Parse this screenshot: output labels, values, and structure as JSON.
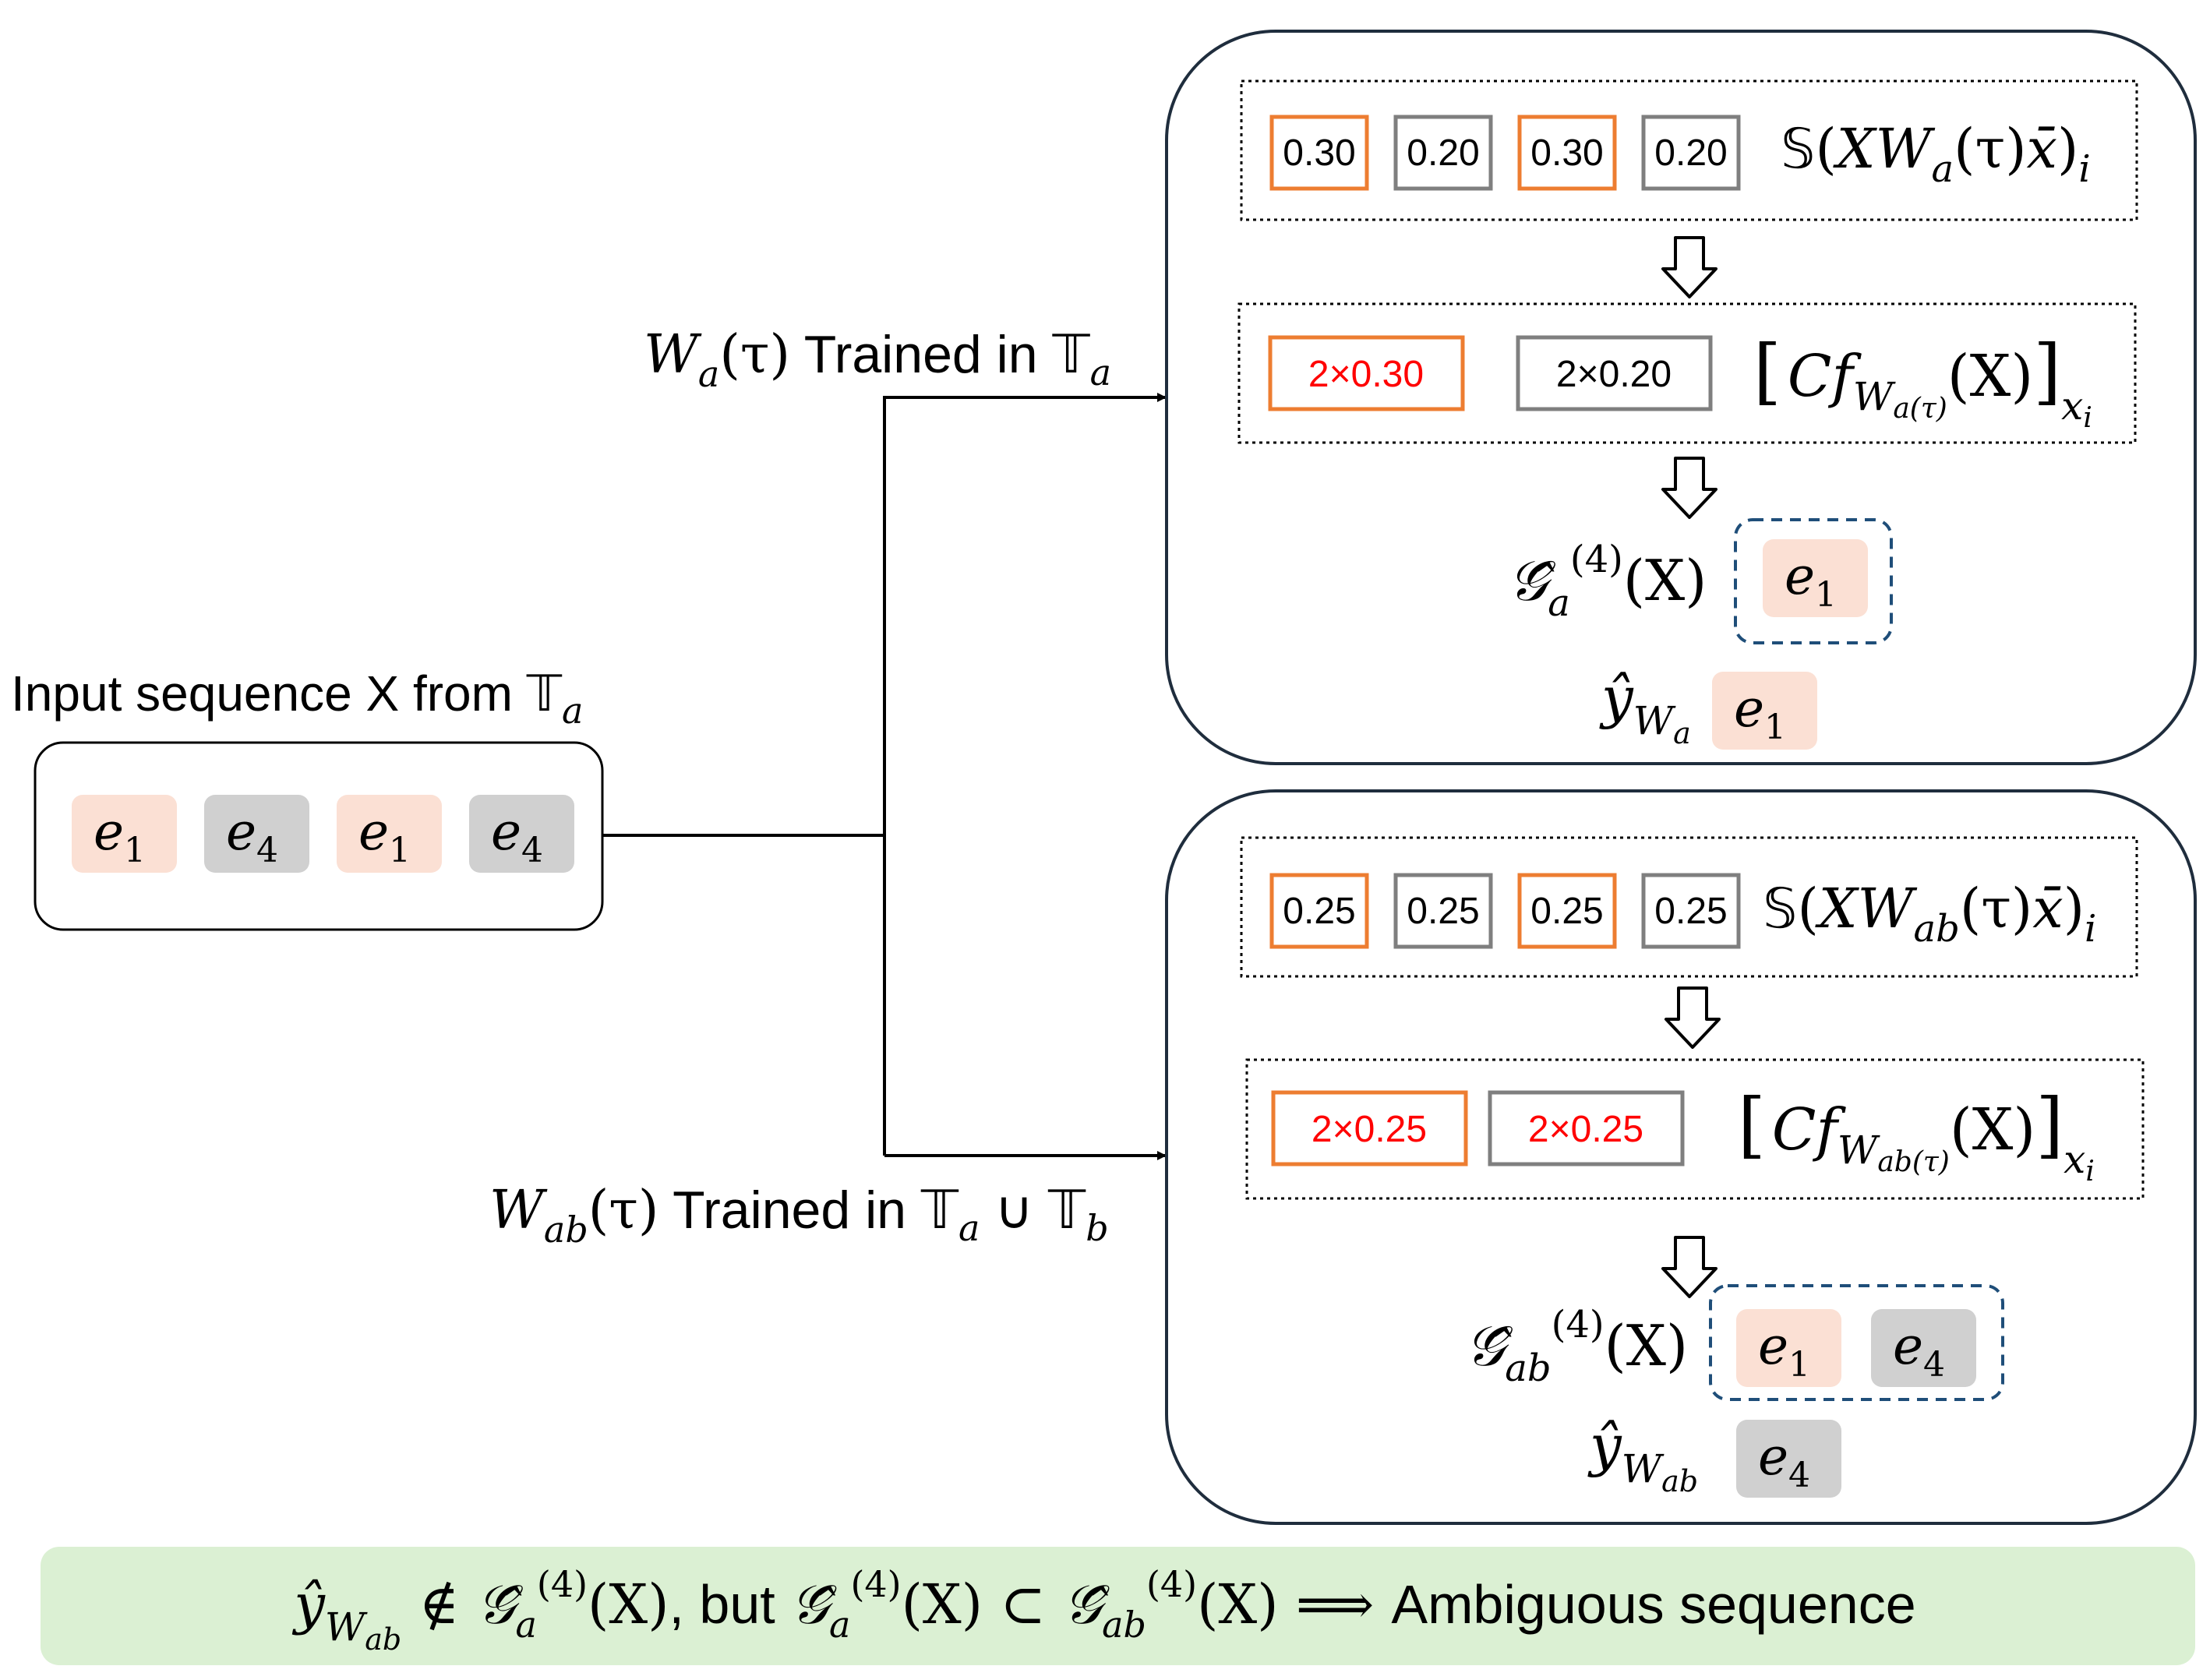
{
  "colors": {
    "orange": "#ed7d31",
    "gray": "#7f7f7f",
    "red": "#ff0000",
    "token_orange": "#fbe0d4",
    "token_gray": "#d0d0d0",
    "dashed_blue": "#1f4e79",
    "banner_green": "#dbf0d3",
    "panel_stroke": "#1f2d3d"
  },
  "input": {
    "title_prefix": "Input sequence X from ",
    "title_set": "𝕋",
    "title_sub": "a",
    "tokens": [
      {
        "base": "e",
        "sub": "1",
        "kind": "orange"
      },
      {
        "base": "e",
        "sub": "4",
        "kind": "gray"
      },
      {
        "base": "e",
        "sub": "1",
        "kind": "orange"
      },
      {
        "base": "e",
        "sub": "4",
        "kind": "gray"
      }
    ]
  },
  "branch_a": {
    "label_W": "W",
    "label_sub": "a",
    "label_tau": "(τ)",
    "label_text": " Trained in ",
    "label_set": "𝕋",
    "label_set_sub": "a"
  },
  "branch_ab": {
    "label_W": "W",
    "label_sub": "ab",
    "label_tau": "(τ)",
    "label_text": " Trained in ",
    "label_set1": "𝕋",
    "label_set1_sub": "a",
    "label_union": " ∪ ",
    "label_set2": "𝕋",
    "label_set2_sub": "b"
  },
  "panel_a": {
    "scores": [
      {
        "value": "0.30",
        "kind": "orange"
      },
      {
        "value": "0.20",
        "kind": "gray"
      },
      {
        "value": "0.30",
        "kind": "orange"
      },
      {
        "value": "0.20",
        "kind": "gray"
      }
    ],
    "softmax_label": {
      "S": "𝕊",
      "open": "(",
      "XW": "XW",
      "sub": "a",
      "tau": "(τ)",
      "xbar": "x̄",
      "close": ")",
      "i": "i"
    },
    "conf": [
      {
        "value": "2×0.30",
        "border": "orange",
        "text": "red"
      },
      {
        "value": "2×0.20",
        "border": "gray",
        "text": "black"
      }
    ],
    "conf_label": {
      "open": "[",
      "C": "C",
      "f": "f",
      "fsub": "W",
      "fsubsub": "a(τ)",
      "arg": "(X)",
      "close": "]",
      "xi": "x",
      "xisub": "i"
    },
    "set_label": {
      "G": "𝒢̂",
      "sub": "a",
      "sup": "(4)",
      "arg": "(X)"
    },
    "set_tokens": [
      {
        "base": "e",
        "sub": "1",
        "kind": "orange"
      }
    ],
    "pred_label": {
      "y": "ŷ",
      "sub": "W",
      "subsub": "a"
    },
    "pred_token": {
      "base": "e",
      "sub": "1",
      "kind": "orange"
    }
  },
  "panel_ab": {
    "scores": [
      {
        "value": "0.25",
        "kind": "orange"
      },
      {
        "value": "0.25",
        "kind": "gray"
      },
      {
        "value": "0.25",
        "kind": "orange"
      },
      {
        "value": "0.25",
        "kind": "gray"
      }
    ],
    "softmax_label": {
      "S": "𝕊",
      "open": "(",
      "XW": "XW",
      "sub": "ab",
      "tau": "(τ)",
      "xbar": "x̄",
      "close": ")",
      "i": "i"
    },
    "conf": [
      {
        "value": "2×0.25",
        "border": "orange",
        "text": "red"
      },
      {
        "value": "2×0.25",
        "border": "gray",
        "text": "red"
      }
    ],
    "conf_label": {
      "open": "[",
      "C": "C",
      "f": "f",
      "fsub": "W",
      "fsubsub": "ab(τ)",
      "arg": "(X)",
      "close": "]",
      "xi": "x",
      "xisub": "i"
    },
    "set_label": {
      "G": "𝒢̂",
      "sub": "ab",
      "sup": "(4)",
      "arg": "(X)"
    },
    "set_tokens": [
      {
        "base": "e",
        "sub": "1",
        "kind": "orange"
      },
      {
        "base": "e",
        "sub": "4",
        "kind": "gray"
      }
    ],
    "pred_label": {
      "y": "ŷ",
      "sub": "W",
      "subsub": "ab"
    },
    "pred_token": {
      "base": "e",
      "sub": "4",
      "kind": "gray"
    }
  },
  "banner": {
    "y": "ŷ",
    "y_sub": "W",
    "y_subsub": "ab",
    "notin": " ∉ ",
    "G1": "𝒢̂",
    "G1_sub": "a",
    "G1_sup": "(4)",
    "G1_arg": "(X)",
    "but": ", but ",
    "G2": "𝒢̂",
    "G2_sub": "a",
    "G2_sup": "(4)",
    "G2_arg": "(X)",
    "subset": " ⊂ ",
    "G3": "𝒢̂",
    "G3_sub": "ab",
    "G3_sup": "(4)",
    "G3_arg": "(X)",
    "implies": " ⟹ ",
    "conclusion": "Ambiguous sequence"
  }
}
